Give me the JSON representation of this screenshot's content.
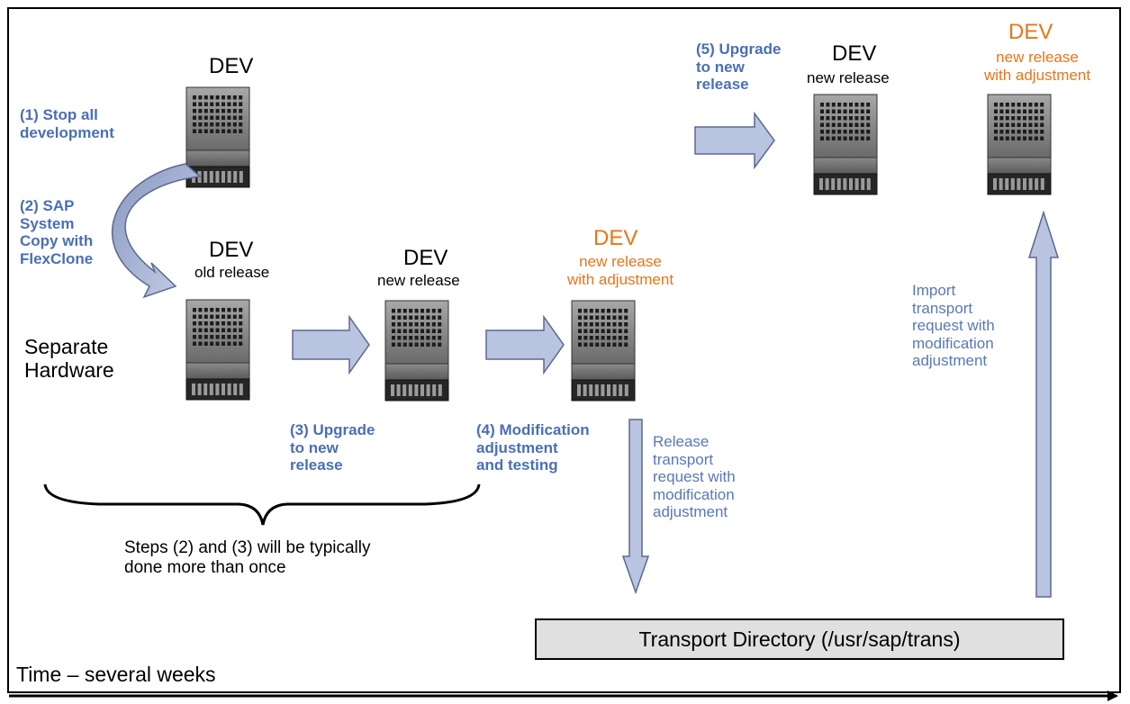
{
  "servers": [
    {
      "id": "dev-top-left",
      "title": "DEV",
      "subtitle": "",
      "highlight": false
    },
    {
      "id": "dev-old-release",
      "title": "DEV",
      "subtitle": "old release",
      "highlight": false
    },
    {
      "id": "dev-new-release-1",
      "title": "DEV",
      "subtitle": "new release",
      "highlight": false
    },
    {
      "id": "dev-adjusted-1",
      "title": "DEV",
      "subtitle": "new release\nwith adjustment",
      "highlight": true
    },
    {
      "id": "dev-new-release-2",
      "title": "DEV",
      "subtitle": "new release",
      "highlight": false
    },
    {
      "id": "dev-adjusted-2",
      "title": "DEV",
      "subtitle": "new release\nwith adjustment",
      "highlight": true
    }
  ],
  "steps": {
    "step1": "(1) Stop all\ndevelopment",
    "step2": "(2) SAP\nSystem\nCopy with\nFlexClone",
    "step3": "(3) Upgrade\nto new\nrelease",
    "step4": "(4) Modification\nadjustment\nand testing",
    "step5": "(5) Upgrade\nto new\nrelease"
  },
  "notes": {
    "release": "Release\ntransport\nrequest with\nmodification\nadjustment",
    "import": "Import\ntransport\nrequest with\nmodification\nadjustment"
  },
  "labels": {
    "separate_hardware": "Separate\nHardware",
    "repeat_note": "Steps (2) and (3) will be typically\n done more than once",
    "transport_directory": "Transport Directory (/usr/sap/trans)",
    "timeline": "Time – several weeks"
  },
  "colors": {
    "step_blue": "#4a6fb5",
    "note_blue": "#5878b8",
    "highlight_orange": "#e8751a",
    "arrow_fill": "#b8c4e0",
    "arrow_stroke": "#5c6890"
  }
}
